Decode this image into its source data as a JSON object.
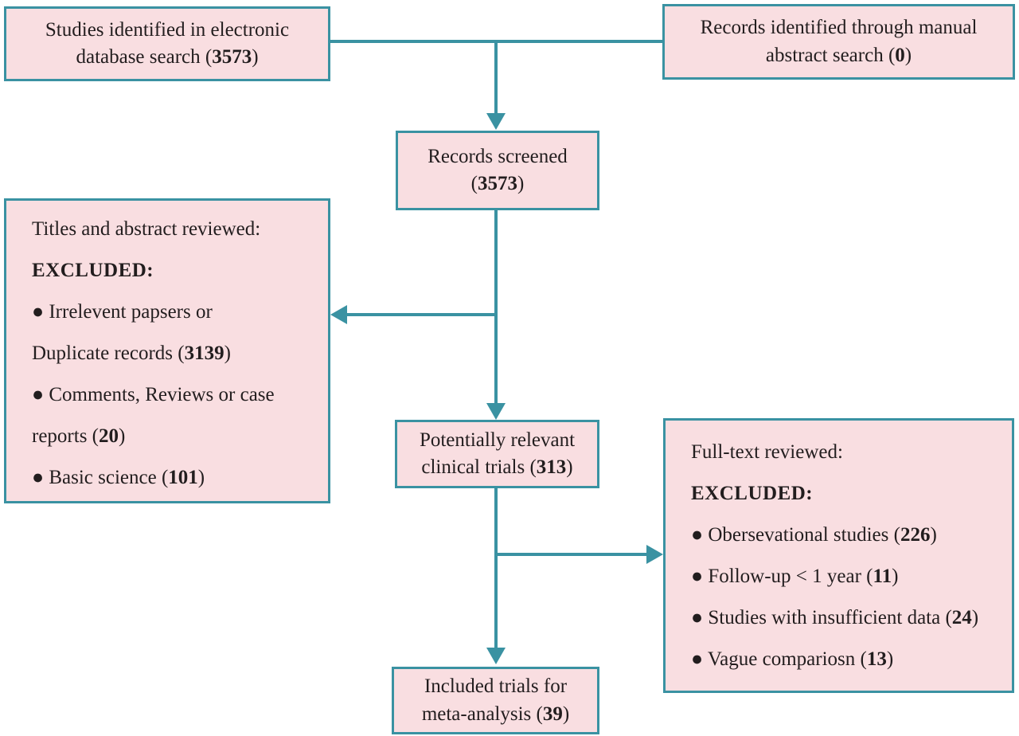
{
  "colors": {
    "box_fill": "#f9dee1",
    "box_border": "#3a92a2",
    "arrow": "#3a92a2",
    "text": "#221d1e"
  },
  "boxes": {
    "db_search": {
      "pre": "Studies identified in electronic database search (",
      "num": "3573",
      "post": ")"
    },
    "manual_search": {
      "pre": "Records identified through manual abstract search (",
      "num": "0",
      "post": ")"
    },
    "records_screened": {
      "pre": "Records screened (",
      "num": "3573",
      "post": ")"
    },
    "titles_reviewed": {
      "lines": [
        {
          "pre": "Titles and abstract reviewed:"
        },
        {
          "pre": "EXCLUDED:"
        },
        {
          "pre": "● Irrelevent papsers or"
        },
        {
          "pre": "Duplicate records (",
          "num": "3139",
          "post": ")"
        },
        {
          "pre": "● Comments, Reviews or case"
        },
        {
          "pre": "reports (",
          "num": "20",
          "post": ")"
        },
        {
          "pre": "● Basic science (",
          "num": "101",
          "post": ")"
        }
      ]
    },
    "potentially_relevant": {
      "pre": "Potentially relevant clinical trials (",
      "num": "313",
      "post": ")"
    },
    "fulltext_reviewed": {
      "lines": [
        {
          "pre": "Full-text reviewed:"
        },
        {
          "pre": "EXCLUDED:"
        },
        {
          "pre": "● Obersevational studies (",
          "num": "226",
          "post": ")"
        },
        {
          "pre": "● Follow-up < 1 year (",
          "num": "11",
          "post": ")"
        },
        {
          "pre": "● Studies with insufficient data (",
          "num": "24",
          "post": ")"
        },
        {
          "pre": "● Vague compariosn (",
          "num": "13",
          "post": ")"
        }
      ]
    },
    "included_trials": {
      "pre": "Included trials for meta-analysis (",
      "num": "39",
      "post": ")"
    }
  }
}
